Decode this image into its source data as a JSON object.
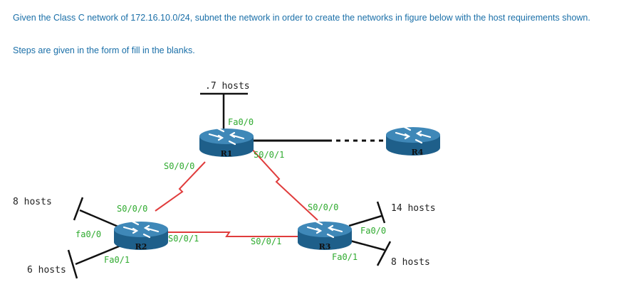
{
  "intro": {
    "line1": "Given the Class C network of 172.16.10.0/24, subnet the network in order to create the networks in figure below with the host requirements shown.",
    "line2": "Steps are given in the form of fill in the blanks."
  },
  "colors": {
    "text_blue": "#1a6fa8",
    "interface_green": "#2eaa2e",
    "serial_link_red": "#e03c3c",
    "router_body": "#1e5f8a",
    "router_top": "#3f88b8"
  },
  "routers": {
    "r1": "R1",
    "r2": "R2",
    "r3": "R3",
    "r4": "R4"
  },
  "hosts": {
    "r1_lan": ".7 hosts",
    "r2_lan_a": "8 hosts",
    "r2_lan_b": "6 hosts",
    "r3_lan_a": "14 hosts",
    "r3_lan_b": "8 hosts"
  },
  "interfaces": {
    "r1_fa00": "Fa0/0",
    "r1_s000": "S0/0/0",
    "r1_s001": "S0/0/1",
    "r2_s000": "S0/0/0",
    "r2_s001": "S0/0/1",
    "r2_fa00": "fa0/0",
    "r2_fa01": "Fa0/1",
    "r3_s000": "S0/0/0",
    "r3_s001": "S0/0/1",
    "r3_fa00": "Fa0/0",
    "r3_fa01": "Fa0/1"
  }
}
